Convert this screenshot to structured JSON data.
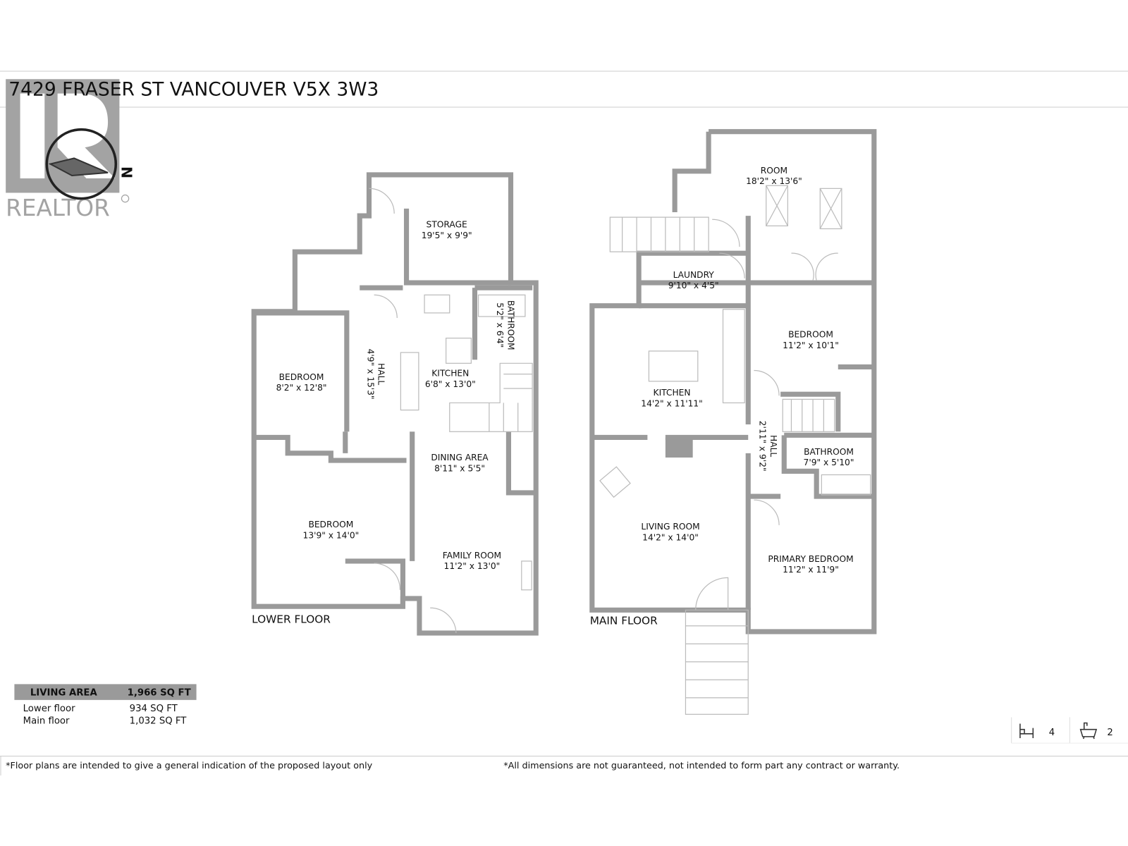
{
  "title": "7429 FRASER ST VANCOUVER V5X 3W3",
  "logo": {
    "text": "REALTOR",
    "mark": "realtor-r-logo"
  },
  "compass": {
    "label": "N"
  },
  "lower_floor": {
    "label": "LOWER FLOOR",
    "rooms": [
      {
        "name": "STORAGE",
        "dim": "19'5\" x 9'9\""
      },
      {
        "name": "BATHROOM",
        "dim": "5'2\" x 6'4\""
      },
      {
        "name": "HALL",
        "dim": "4'9\" x 15'3\""
      },
      {
        "name": "KITCHEN",
        "dim": "6'8\" x 13'0\""
      },
      {
        "name": "BEDROOM",
        "dim": "8'2\" x 12'8\""
      },
      {
        "name": "DINING AREA",
        "dim": "8'11\" x 5'5\""
      },
      {
        "name": "BEDROOM",
        "dim": "13'9\" x 14'0\""
      },
      {
        "name": "FAMILY ROOM",
        "dim": "11'2\" x 13'0\""
      }
    ]
  },
  "main_floor": {
    "label": "MAIN FLOOR",
    "rooms": [
      {
        "name": "ROOM",
        "dim": "18'2\" x 13'6\""
      },
      {
        "name": "LAUNDRY",
        "dim": "9'10\" x 4'5\""
      },
      {
        "name": "BEDROOM",
        "dim": "11'2\" x 10'1\""
      },
      {
        "name": "KITCHEN",
        "dim": "14'2\" x 11'11\""
      },
      {
        "name": "HALL",
        "dim": "2'11\" x 9'2\""
      },
      {
        "name": "BATHROOM",
        "dim": "7'9\" x 5'10\""
      },
      {
        "name": "LIVING ROOM",
        "dim": "14'2\" x 14'0\""
      },
      {
        "name": "PRIMARY BEDROOM",
        "dim": "11'2\" x 11'9\""
      }
    ]
  },
  "area": {
    "header_label": "LIVING AREA",
    "header_value": "1,966 SQ FT",
    "rows": [
      {
        "label": "Lower floor",
        "value": "934 SQ FT"
      },
      {
        "label": "Main floor",
        "value": "1,032 SQ FT"
      }
    ]
  },
  "counts": {
    "bedrooms": "4",
    "bathrooms": "2",
    "bed_icon": "bed-icon",
    "bath_icon": "bathtub-icon"
  },
  "footer": {
    "left": "*Floor plans are intended to give a general indication of the proposed layout only",
    "right": "*All dimensions are not guaranteed, not intended to form part any contract or warranty."
  },
  "colors": {
    "wall": "#9a9a9a",
    "area_header": "#9a9a9a"
  }
}
